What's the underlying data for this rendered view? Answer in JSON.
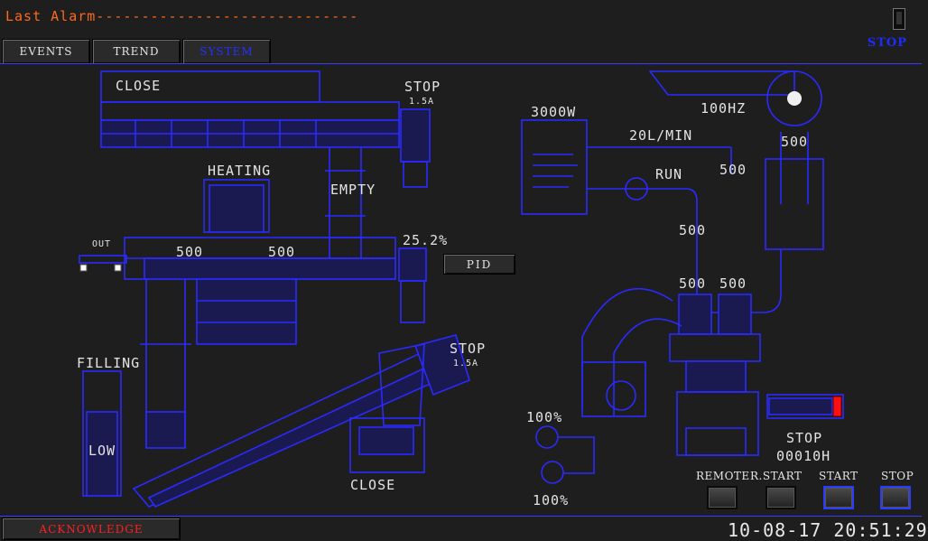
{
  "header": {
    "last_alarm": "Last Alarm-----------------------------",
    "status": "STOP"
  },
  "nav": {
    "events": "EVENTS",
    "trend": "TREND",
    "system": "SYSTEM"
  },
  "process": {
    "close_top": "CLOSE",
    "stop_top": "STOP",
    "stop_top_sub": "1.5A",
    "heating": "HEATING",
    "empty": "EMPTY",
    "out": "OUT",
    "val_500_a": "500",
    "val_500_b": "500",
    "percent_252": "25.2%",
    "pid": "PID",
    "filling": "FILLING",
    "low": "LOW",
    "stop_mid": "STOP",
    "stop_mid_sub": "1.5A",
    "close_bottom": "CLOSE",
    "power": "3000W",
    "flow": "20L/MIN",
    "run": "RUN",
    "freq": "100HZ",
    "r500_1": "500",
    "r500_2": "500",
    "r500_3": "500",
    "r500_4": "500",
    "r500_5": "500",
    "pct_100_a": "100%",
    "pct_100_b": "100%",
    "stop_right": "STOP",
    "hours": "00010H"
  },
  "controls": {
    "remote": "REMOTE",
    "rstart": "R.START",
    "start": "START",
    "stop": "STOP"
  },
  "footer": {
    "acknowledge": "ACKNOWLEDGE",
    "datetime": "10-08-17 20:51:29"
  },
  "colors": {
    "accent_line": "#2a2aff",
    "alarm_text": "#ff6a1a",
    "ack_text": "#ff2020",
    "background": "#1e1e1e"
  }
}
